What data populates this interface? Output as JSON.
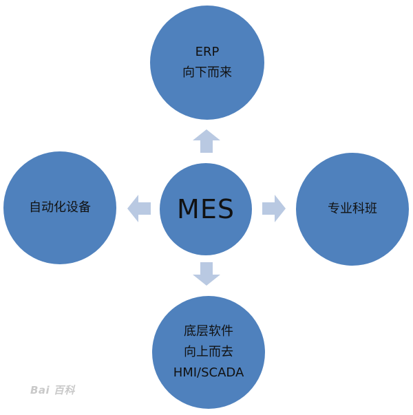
{
  "diagram": {
    "center": {
      "label": "MES"
    },
    "top": {
      "line1": "ERP",
      "line2": "向下而来"
    },
    "left": {
      "label": "自动化设备"
    },
    "right": {
      "label": "专业科班"
    },
    "bottom": {
      "line1": "底层软件",
      "line2": "向上而去",
      "line3": "HMI/SCADA"
    }
  },
  "watermark": "Bai 百科",
  "colors": {
    "node": "#4f81bd",
    "arrow": "#b9c9e2",
    "text": "#111111"
  }
}
